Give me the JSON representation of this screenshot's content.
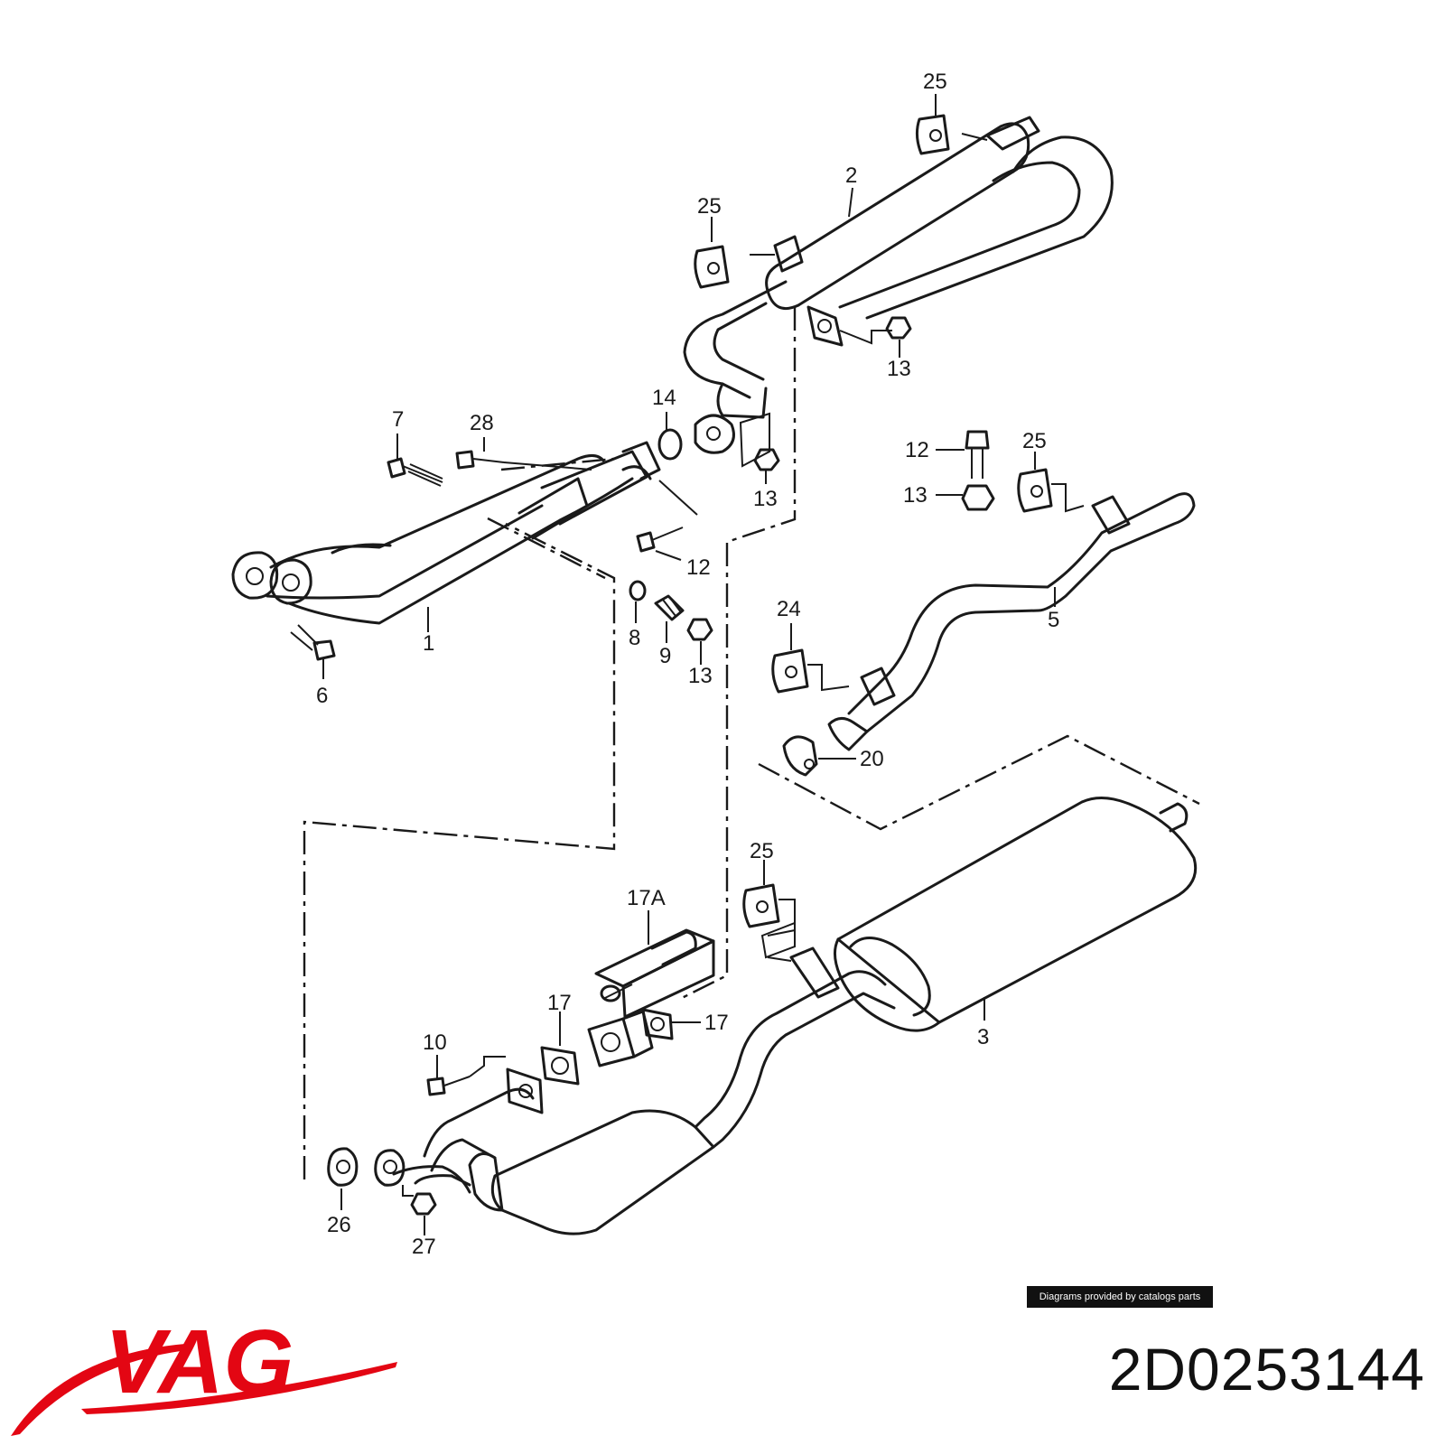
{
  "diagram": {
    "labels": [
      {
        "id": "25a",
        "text": "25"
      },
      {
        "id": "2",
        "text": "2"
      },
      {
        "id": "25b",
        "text": "25"
      },
      {
        "id": "13a",
        "text": "13"
      },
      {
        "id": "14",
        "text": "14"
      },
      {
        "id": "7",
        "text": "7"
      },
      {
        "id": "28",
        "text": "28"
      },
      {
        "id": "13b",
        "text": "13"
      },
      {
        "id": "12a",
        "text": "12"
      },
      {
        "id": "25c",
        "text": "25"
      },
      {
        "id": "13c",
        "text": "13"
      },
      {
        "id": "12b",
        "text": "12"
      },
      {
        "id": "1",
        "text": "1"
      },
      {
        "id": "8",
        "text": "8"
      },
      {
        "id": "9",
        "text": "9"
      },
      {
        "id": "13d",
        "text": "13"
      },
      {
        "id": "6",
        "text": "6"
      },
      {
        "id": "5",
        "text": "5"
      },
      {
        "id": "24",
        "text": "24"
      },
      {
        "id": "20",
        "text": "20"
      },
      {
        "id": "25d",
        "text": "25"
      },
      {
        "id": "17A",
        "text": "17A"
      },
      {
        "id": "17a",
        "text": "17"
      },
      {
        "id": "17b",
        "text": "17"
      },
      {
        "id": "3",
        "text": "3"
      },
      {
        "id": "10",
        "text": "10"
      },
      {
        "id": "26",
        "text": "26"
      },
      {
        "id": "27",
        "text": "27"
      }
    ]
  },
  "footer": {
    "credit": "Diagrams provided by catalogs parts",
    "part_number": "2D0253144",
    "brand": "VAG",
    "brand_color": "#e30613"
  }
}
